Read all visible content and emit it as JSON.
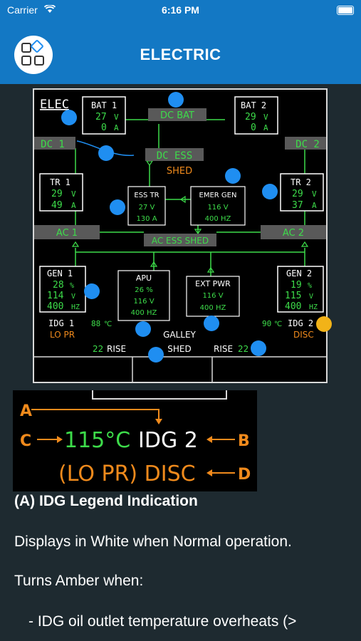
{
  "status_bar": {
    "carrier": "Carrier",
    "time": "6:16 PM"
  },
  "nav": {
    "title": "ELECTRIC",
    "menu_icon": "grid-diamond-icon"
  },
  "panel": {
    "title": "ELEC",
    "bat1": {
      "label": "BAT 1",
      "volts": "27",
      "volts_unit": "V",
      "amps": "0",
      "amps_unit": "A"
    },
    "bat2": {
      "label": "BAT 2",
      "volts": "29",
      "volts_unit": "V",
      "amps": "0",
      "amps_unit": "A"
    },
    "dc_bat": "DC BAT",
    "dc1": "DC 1",
    "dc2": "DC 2",
    "dc_ess": "DC ESS",
    "shed": "SHED",
    "tr1": {
      "label": "TR 1",
      "volts": "29",
      "volts_unit": "V",
      "amps": "49",
      "amps_unit": "A"
    },
    "tr2": {
      "label": "TR 2",
      "volts": "29",
      "volts_unit": "V",
      "amps": "37",
      "amps_unit": "A"
    },
    "ess_tr": {
      "label": "ESS TR",
      "volts": "27 V",
      "amps": "130 A"
    },
    "emer_gen": {
      "label": "EMER GEN",
      "volts": "116 V",
      "freq": "400 HZ"
    },
    "ac1": "AC 1",
    "ac2": "AC 2",
    "ac_ess_shed": "AC ESS SHED",
    "gen1": {
      "label": "GEN 1",
      "load": "28",
      "load_unit": "%",
      "volts": "114",
      "volts_unit": "V",
      "freq": "400",
      "freq_unit": "HZ"
    },
    "gen2": {
      "label": "GEN 2",
      "load": "19",
      "load_unit": "%",
      "volts": "115",
      "volts_unit": "V",
      "freq": "400",
      "freq_unit": "HZ"
    },
    "apu": {
      "label": "APU",
      "load": "26 %",
      "volts": "116 V",
      "freq": "400 HZ"
    },
    "ext_pwr": {
      "label": "EXT PWR",
      "volts": "116 V",
      "freq": "400 HZ"
    },
    "idg1": {
      "label": "IDG 1",
      "temp": "88",
      "temp_unit": "℃",
      "status": "LO PR",
      "rise": "22",
      "rise_label": "RISE"
    },
    "idg2": {
      "label": "IDG 2",
      "temp": "90",
      "temp_unit": "℃",
      "status": "DISC",
      "rise": "22",
      "rise_label": "RISE"
    },
    "galley": "GALLEY",
    "galley_shed": "SHED"
  },
  "annotation": {
    "a": "A",
    "b": "B",
    "c": "C",
    "d": "D",
    "temp": "115°C",
    "idg": "IDG 2",
    "status": "(LO PR) DISC"
  },
  "text": {
    "heading": "(A) IDG Legend Indication",
    "p1": "Displays in White when Normal operation.",
    "p2": "Turns Amber when:",
    "bullet1": "-  IDG oil outlet temperature overheats (>"
  },
  "colors": {
    "nav": "#1378c4",
    "green": "#3ddc4a",
    "amber": "#f08a1c",
    "cyan": "#1f8ef1",
    "dot_amber": "#f2b318"
  }
}
